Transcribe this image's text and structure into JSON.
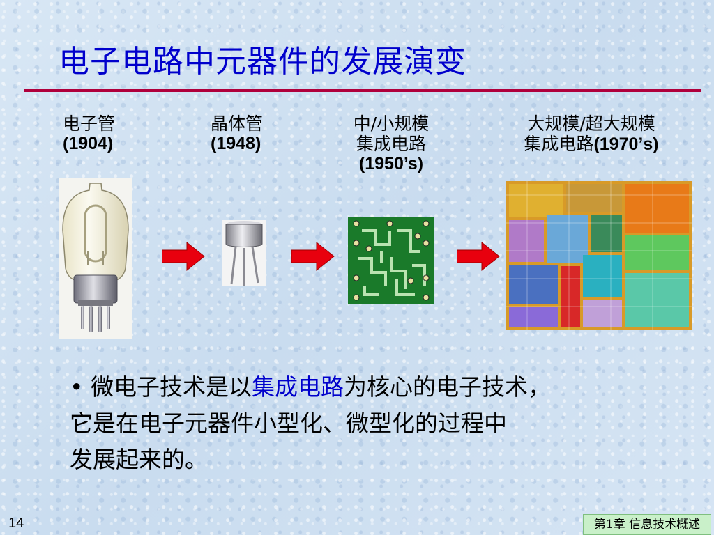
{
  "slide": {
    "title": "电子电路中元器件的发展演变",
    "page_number": "14",
    "chapter": "第1章 信息技术概述"
  },
  "stages": [
    {
      "name": "电子管",
      "year": "(1904)"
    },
    {
      "name": "晶体管",
      "year": "(1948)"
    },
    {
      "name_line1": "中/小规模",
      "name_line2": "集成电路",
      "year": "(1950’s)"
    },
    {
      "name_line1": "大规模/超大规模",
      "name_line2": "集成电路",
      "year": "(1970’s)"
    }
  ],
  "bullet": {
    "marker": "•",
    "text_before": "微电子技术是以",
    "highlight": "集成电路",
    "text_after": "为核心的电子技术，",
    "line2": "它是在电子元器件小型化、微型化的过程中",
    "line3": "发展起来的。"
  },
  "colors": {
    "title": "#0000cc",
    "rule": "#b0003c",
    "arrow": "#e8000e",
    "highlight": "#0000cc"
  },
  "icons": [
    "vacuum-tube-image",
    "transistor-image",
    "pcb-image",
    "chip-die-image",
    "right-arrow-icon"
  ]
}
